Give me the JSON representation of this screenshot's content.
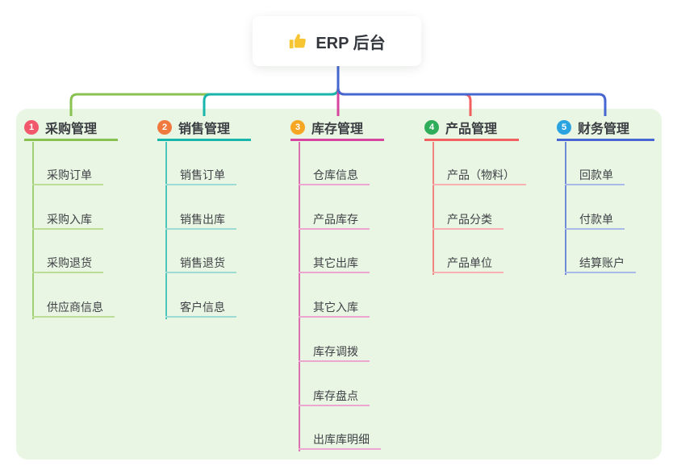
{
  "root": {
    "label": "ERP 后台",
    "icon": "thumbs-up-icon",
    "icon_color": "#f6c531"
  },
  "canvas": {
    "background": "#e9f6e3",
    "page_background": "#ffffff"
  },
  "branches": [
    {
      "num": "1",
      "label": "采购管理",
      "badge_color": "#f2586c",
      "line_color": "#88c250",
      "light_color": "#bcdd95",
      "children": [
        "采购订单",
        "采购入库",
        "采购退货",
        "供应商信息"
      ]
    },
    {
      "num": "2",
      "label": "销售管理",
      "badge_color": "#f0793f",
      "line_color": "#17b5ab",
      "light_color": "#9cdcd4",
      "children": [
        "销售订单",
        "销售出库",
        "销售退货",
        "客户信息"
      ]
    },
    {
      "num": "3",
      "label": "库存管理",
      "badge_color": "#f6a623",
      "line_color": "#d6459e",
      "light_color": "#eda6d2",
      "children": [
        "仓库信息",
        "产品库存",
        "其它出库",
        "其它入库",
        "库存调拨",
        "库存盘点",
        "出库库明细"
      ]
    },
    {
      "num": "4",
      "label": "产品管理",
      "badge_color": "#2fad5a",
      "line_color": "#f15f5f",
      "light_color": "#f8b0b0",
      "children": [
        "产品（物料）",
        "产品分类",
        "产品单位"
      ]
    },
    {
      "num": "5",
      "label": "财务管理",
      "badge_color": "#2aa3e0",
      "line_color": "#4667d2",
      "light_color": "#a8bae8",
      "children": [
        "回款单",
        "付款单",
        "结算账户"
      ]
    }
  ]
}
